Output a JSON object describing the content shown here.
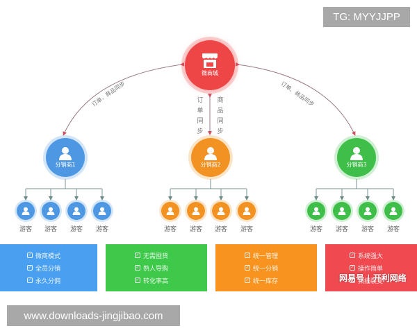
{
  "hub": {
    "label": "微商城",
    "icon": "store-icon",
    "color": "#ee4646"
  },
  "sync_labels": {
    "left_arc": "订单、商品同步",
    "right_arc": "订单、商品同步",
    "center_left": [
      "订",
      "单",
      "同",
      "步"
    ],
    "center_right": [
      "商",
      "品",
      "同",
      "步"
    ]
  },
  "distributors": [
    {
      "label": "分销商1",
      "color": "#4d97e3",
      "guests": [
        "游客",
        "游客",
        "游客",
        "游客"
      ]
    },
    {
      "label": "分销商2",
      "color": "#f29222",
      "guests": [
        "游客",
        "游客",
        "游客",
        "游客"
      ]
    },
    {
      "label": "分销商3",
      "color": "#3fbf4a",
      "guests": [
        "游客",
        "游客",
        "游客",
        "游客"
      ]
    }
  ],
  "feature_boxes": [
    {
      "color": "#4aa0f0",
      "items": [
        "微商模式",
        "全员分销",
        "永久分佣"
      ]
    },
    {
      "color": "#3ec94b",
      "items": [
        "无需囤货",
        "熟人导购",
        "转化率高"
      ]
    },
    {
      "color": "#f7931e",
      "items": [
        "统一管理",
        "统一分销",
        "统一库存"
      ]
    },
    {
      "color": "#f04950",
      "items": [
        "系统强大",
        "操作简单",
        "扫描裂变"
      ]
    }
  ],
  "overlay_watermark": "网易号 | 开利网络",
  "watermarks": {
    "top_right": "TG: MYYJJPP",
    "bottom_left": "www.downloads-jingjibao.com"
  }
}
